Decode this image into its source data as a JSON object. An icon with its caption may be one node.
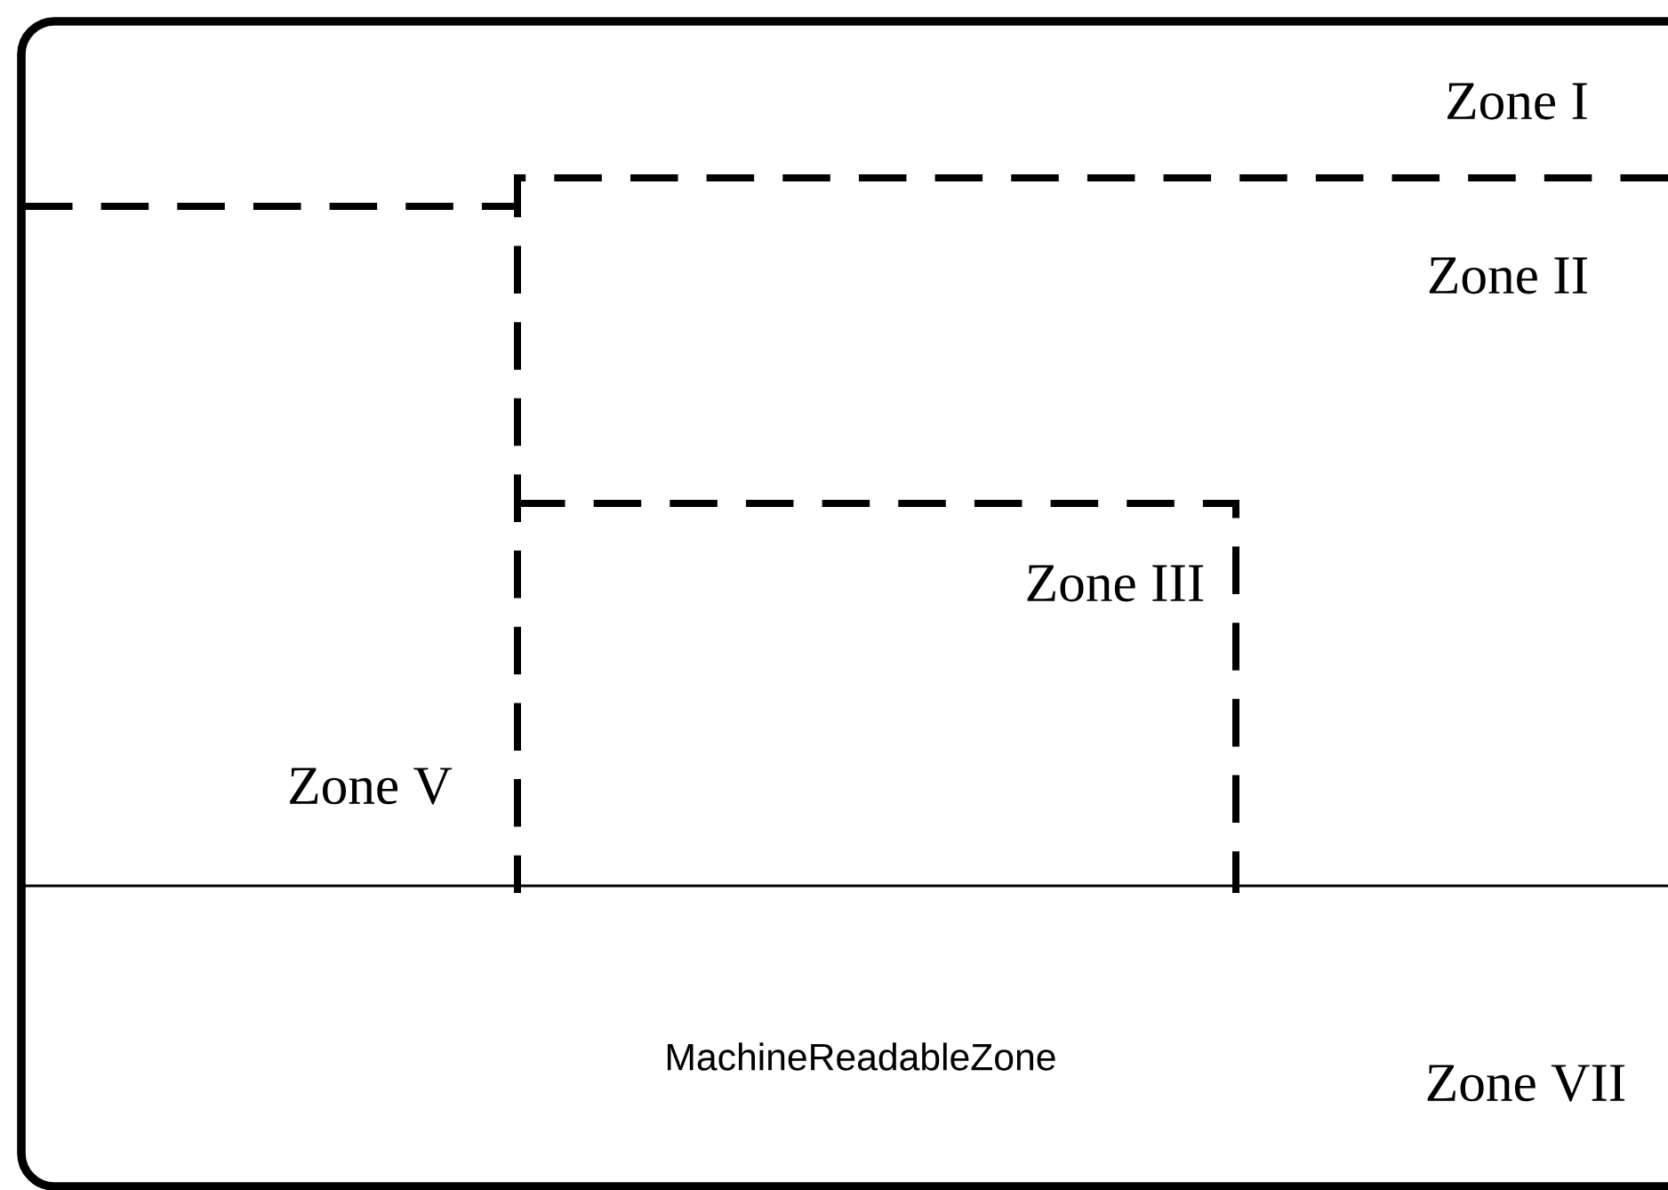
{
  "diagram": {
    "labels": [
      "Zone I",
      "Zone II",
      "Zone III",
      "Zone V",
      "MachineReadableZone",
      "Zone VII"
    ]
  }
}
